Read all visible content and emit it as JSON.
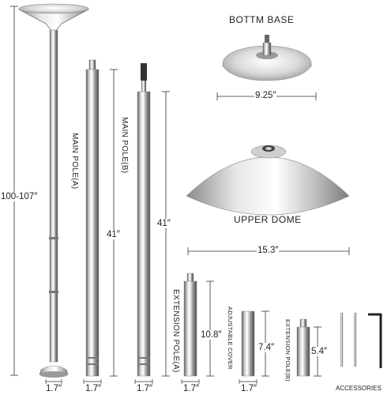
{
  "labels": {
    "bottom_base": "BOTTM BASE",
    "upper_dome": "UPPER DOME",
    "main_pole_a": "MAIN POLE(A)",
    "main_pole_b": "MAIN POLE(B)",
    "extension_pole_a": "EXTENSION POLE(A)",
    "adjustable_cover": "ADJUSTABLE COVER",
    "extension_pole_b": "EXTENSION POLE(B)",
    "accessories": "ACCESSORIES"
  },
  "dimensions": {
    "total_height": "100-107″",
    "pole_a_length": "41″",
    "pole_b_length": "41″",
    "extension_a_length": "10.8″",
    "cover_length": "7.4″",
    "extension_b_length": "5.4″",
    "base_diameter": "9.25″",
    "dome_diameter": "15.3″",
    "diameter_full_pole": "1.7″",
    "diameter_pole_a": "1.7″",
    "diameter_pole_b": "1.7″",
    "diameter_ext_a": "1.7″",
    "diameter_cover": "1.7″"
  },
  "colors": {
    "chrome_light": "#f2f2f2",
    "chrome_mid": "#b8b8b8",
    "chrome_dark": "#555555",
    "line": "#333333"
  }
}
